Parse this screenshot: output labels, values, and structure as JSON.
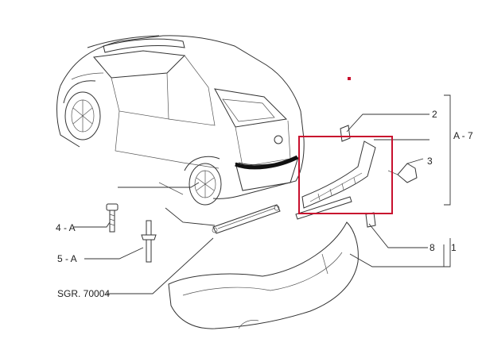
{
  "labels": {
    "item_2": "2",
    "item_a7": "A - 7",
    "item_3": "3",
    "item_4a": "4 - A",
    "item_5a": "5 - A",
    "item_8": "8",
    "item_1": "1",
    "drawing_ref": "SGR. 70004"
  },
  "colors": {
    "highlight": "#c8102e",
    "line": "#333333",
    "marker": "#c8102e"
  }
}
